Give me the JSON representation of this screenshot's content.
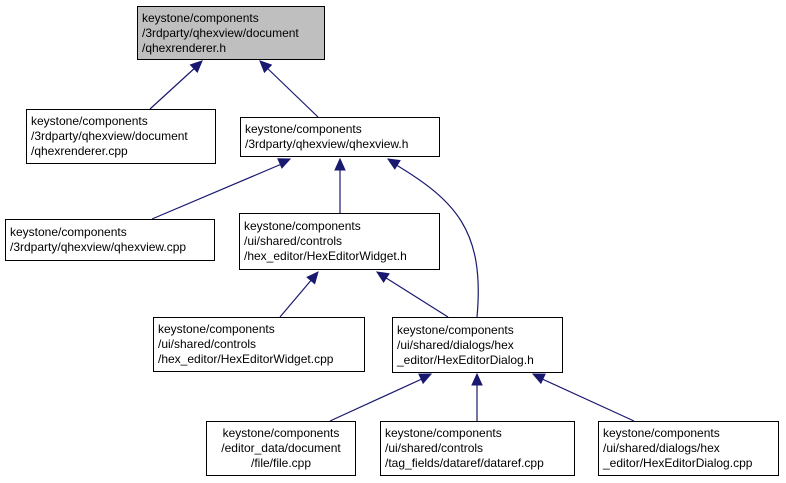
{
  "graph": {
    "colors": {
      "edge": "#191970",
      "node_border": "#000000",
      "highlight_fill": "#bfbfbf",
      "node_fill": "#ffffff"
    },
    "nodes": [
      {
        "id": "n0",
        "lines": [
          "keystone/components",
          "/3rdparty/qhexview/document",
          "/qhexrenderer.h"
        ],
        "highlight": true
      },
      {
        "id": "n1",
        "lines": [
          "keystone/components",
          "/3rdparty/qhexview/document",
          "/qhexrenderer.cpp"
        ]
      },
      {
        "id": "n2",
        "lines": [
          "keystone/components",
          "/3rdparty/qhexview/qhexview.h"
        ]
      },
      {
        "id": "n3",
        "lines": [
          "keystone/components",
          "/3rdparty/qhexview/qhexview.cpp"
        ]
      },
      {
        "id": "n4",
        "lines": [
          "keystone/components",
          "/ui/shared/controls",
          "/hex_editor/HexEditorWidget.h"
        ]
      },
      {
        "id": "n5",
        "lines": [
          "keystone/components",
          "/ui/shared/controls",
          "/hex_editor/HexEditorWidget.cpp"
        ]
      },
      {
        "id": "n6",
        "lines": [
          "keystone/components",
          "/ui/shared/dialogs/hex",
          "_editor/HexEditorDialog.h"
        ]
      },
      {
        "id": "n7",
        "lines": [
          "keystone/components",
          "/editor_data/document",
          "/file/file.cpp"
        ]
      },
      {
        "id": "n8",
        "lines": [
          "keystone/components",
          "/ui/shared/controls",
          "/tag_fields/dataref/dataref.cpp"
        ]
      },
      {
        "id": "n9",
        "lines": [
          "keystone/components",
          "/ui/shared/dialogs/hex",
          "_editor/HexEditorDialog.cpp"
        ]
      }
    ],
    "edges": [
      {
        "from": "n1",
        "to": "n0"
      },
      {
        "from": "n2",
        "to": "n0"
      },
      {
        "from": "n3",
        "to": "n2"
      },
      {
        "from": "n4",
        "to": "n2"
      },
      {
        "from": "n6",
        "to": "n2"
      },
      {
        "from": "n5",
        "to": "n4"
      },
      {
        "from": "n6",
        "to": "n4"
      },
      {
        "from": "n7",
        "to": "n6"
      },
      {
        "from": "n8",
        "to": "n6"
      },
      {
        "from": "n9",
        "to": "n6"
      }
    ]
  }
}
